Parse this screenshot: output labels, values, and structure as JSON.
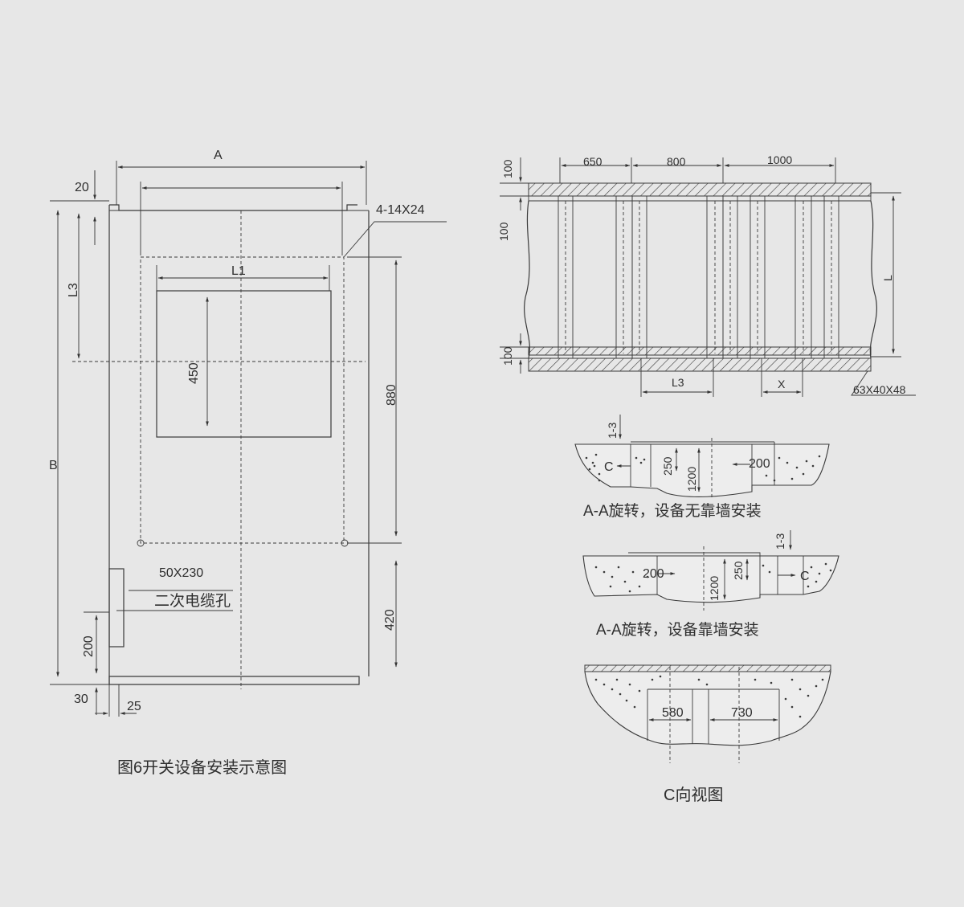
{
  "colors": {
    "background": "#e7e7e7",
    "line": "#3a3a3a"
  },
  "left_drawing": {
    "dims": {
      "A": "A",
      "d20": "20",
      "hole": "4-14X24",
      "L3": "L3",
      "L1": "L1",
      "d450": "450",
      "d880": "880",
      "B": "B",
      "cable_size": "50X230",
      "cable_label": "二次电缆孔",
      "d200": "200",
      "d420": "420",
      "d30": "30",
      "d25": "25"
    },
    "caption": "图6开关设备安装示意图"
  },
  "top_right": {
    "dims": {
      "d100a": "100",
      "d100b": "100",
      "d100c": "100",
      "d650": "650",
      "d800": "800",
      "d1000": "1000",
      "L": "L",
      "L3": "L3",
      "X": "X",
      "steel": "63X40X48"
    }
  },
  "section_a": {
    "mark": "1-3",
    "c": "C",
    "d250": "250",
    "d1200": "1200",
    "d200": "200",
    "caption": "A-A旋转，设备无靠墙安装"
  },
  "section_b": {
    "mark": "1-3",
    "c": "C",
    "d200": "200",
    "d1200": "1200",
    "d250": "250",
    "caption": "A-A旋转，设备靠墙安装"
  },
  "section_c": {
    "d580": "580",
    "d730": "730",
    "caption": "C向视图"
  }
}
